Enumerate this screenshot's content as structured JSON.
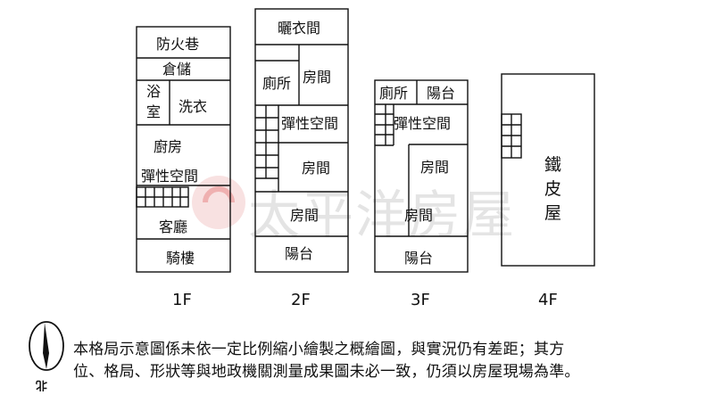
{
  "floors": [
    {
      "label": "1F",
      "rooms": [
        "防火巷",
        "倉儲",
        "浴",
        "室",
        "洗衣",
        "廚房",
        "彈性空間",
        "客廳",
        "騎樓"
      ]
    },
    {
      "label": "2F",
      "rooms": [
        "曬衣間",
        "廁所",
        "房間",
        "彈性空間",
        "房間",
        "房間",
        "陽台"
      ]
    },
    {
      "label": "3F",
      "rooms": [
        "廁所",
        "陽台",
        "彈性空間",
        "房間",
        "房間",
        "陽台"
      ]
    },
    {
      "label": "4F",
      "rooms": [
        "鐵",
        "皮",
        "屋"
      ]
    }
  ],
  "watermark": "太平洋房屋",
  "compass": {
    "north_label": "北"
  },
  "disclaimer": {
    "line1": "本格局示意圖係未依一定比例縮小繪製之概繪圖，與實況仍有差距；其方",
    "line2": "位、格局、形狀等與地政機關測量成果圖未必一致，仍須以房屋現場為準。"
  },
  "colors": {
    "watermark_red": "#e06060",
    "watermark_gray": "#cfcfcf"
  }
}
